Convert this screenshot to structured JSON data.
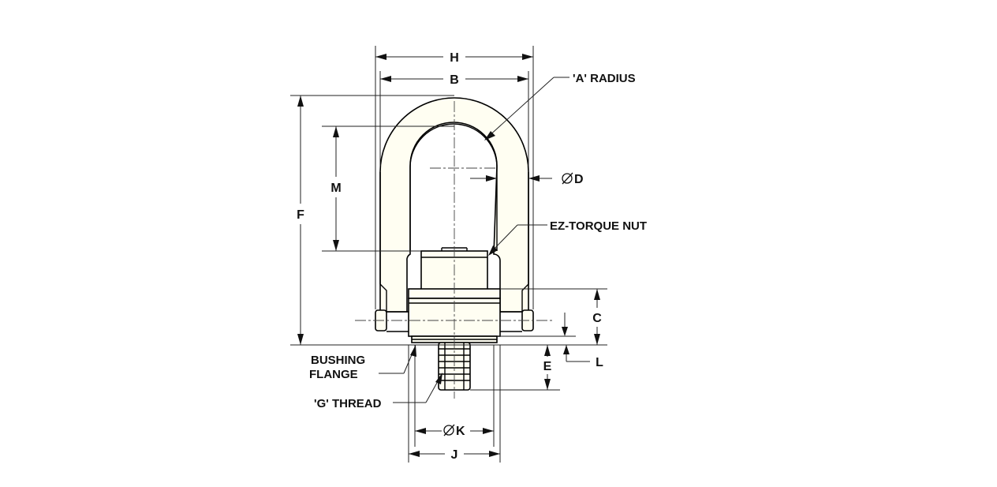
{
  "labels": {
    "h": "H",
    "b": "B",
    "a_radius": "'A' RADIUS",
    "d": "D",
    "m": "M",
    "f": "F",
    "ez_torque_nut": "EZ-TORQUE NUT",
    "c": "C",
    "l": "L",
    "e": "E",
    "bushing_line1": "BUSHING",
    "bushing_line2": "FLANGE",
    "g_thread": "'G' THREAD",
    "k": "K",
    "j": "J"
  },
  "colors": {
    "line": "#000000",
    "part_fill": "#fffef2",
    "background": "#ffffff"
  }
}
